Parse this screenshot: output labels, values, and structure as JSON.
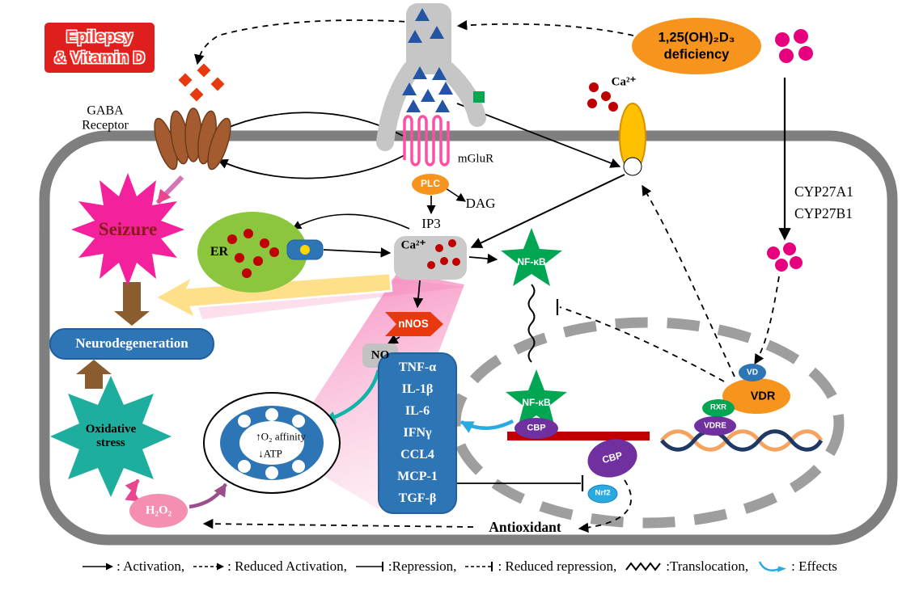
{
  "labels": {
    "title": "Epilepsy\n& Vitamin D",
    "gaba_receptor": "GABA\nReceptor",
    "seizure": "Seizure",
    "er": "ER",
    "mglur": "mGluR",
    "plc": "PLC",
    "dag": "DAG",
    "ip3": "IP3",
    "ca_cytosol": "Ca²⁺",
    "nnos": "nNOS",
    "no": "NO",
    "nfkb_cytosol": "NF-κB",
    "nfkb_nucleus": "NF-κB",
    "cbp_nfkb": "CBP",
    "cbp_nrf2": "CBP",
    "nrf2": "Nrf2",
    "antioxidant": "Antioxidant",
    "neurodegeneration": "Neurodegeneration",
    "oxidative_stress": "Oxidative\nstress",
    "h2o2": "H₂O₂",
    "mito_o2_affinity": "↑O₂ affinity",
    "mito_atp": "↓ATP",
    "deficiency": "1,25(OH)₂D₃\ndeficiency",
    "ca_extracellular": "Ca²⁺",
    "cyp_enzymes": "CYP27A1\nCYP27B1",
    "vd": "VD",
    "vdr": "VDR",
    "rxr": "RXR",
    "vdre": "VDRE"
  },
  "cytokines": {
    "lines": [
      "TNF-α",
      "IL-1β",
      "IL-6",
      "IFNγ",
      "CCL4",
      "MCP-1",
      "TGF-β"
    ]
  },
  "legend": {
    "items": [
      {
        "symbol": "solid-arrow",
        "label": ": Activation,"
      },
      {
        "symbol": "dashed-arrow",
        "label": ": Reduced Activation,"
      },
      {
        "symbol": "repression-bar",
        "label": ":Repression,"
      },
      {
        "symbol": "dashed-repression-bar",
        "label": ": Reduced repression,"
      },
      {
        "symbol": "zigzag",
        "label": ":Translocation,"
      },
      {
        "symbol": "curved-arrow",
        "label": ": Effects"
      }
    ]
  },
  "colors": {
    "membrane": "#7F7F7F",
    "nucleus": "#9E9E9E",
    "orange": "#F7941D",
    "green": "#00A651",
    "blue": "#2E75B6",
    "purple": "#7030A0",
    "pink_star": "#F4219C",
    "teal_star": "#1EAE9E",
    "gene_red": "#C00000",
    "magenta": "#E6007E",
    "brown": "#8A5C2E",
    "teal_arrow": "#12B3A8",
    "effects_blue": "#29ABE2"
  }
}
